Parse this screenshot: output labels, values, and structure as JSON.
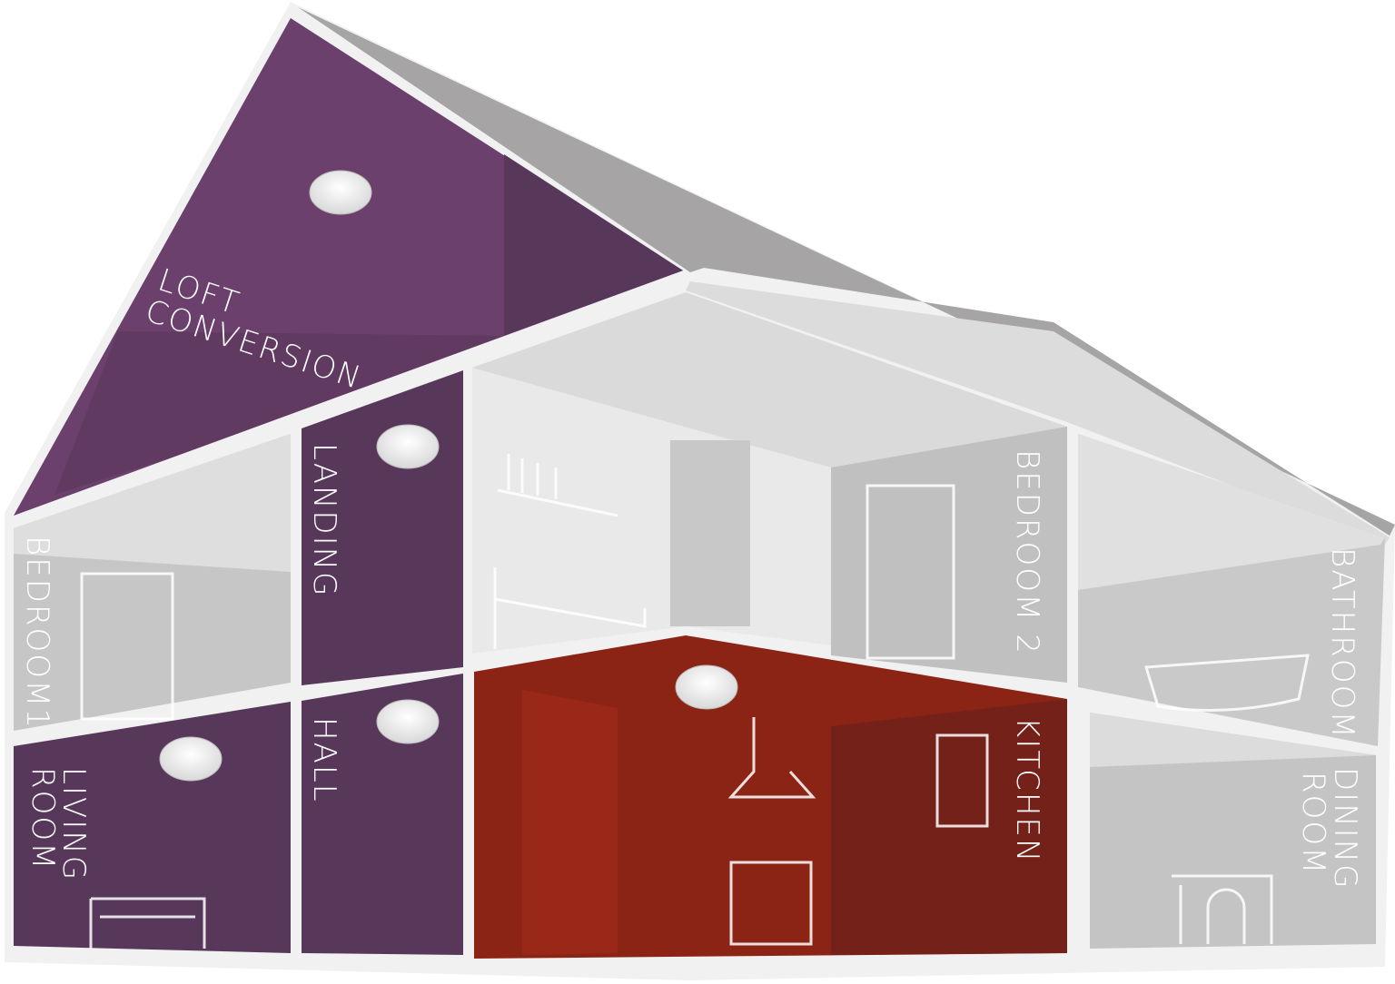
{
  "colors": {
    "purple": "#6b406c",
    "purple_dark": "#57385a",
    "red": "#8c2416",
    "red_dark": "#74211a",
    "grey_light": "#e9e9e9",
    "grey_mid": "#c4c4c4",
    "roof": "#a6a4a5",
    "frame": "#f1f1f1"
  },
  "rooms": {
    "loft": "LOFT CONVERSION",
    "loft_line1": "LOFT",
    "loft_line2": "CONVERSION",
    "landing": "LANDING",
    "bedroom2": "BEDROOM 2",
    "bathroom": "BATHROOM",
    "bedroom1": "BEDROOM1",
    "living_line1": "LIVING",
    "living_line2": "ROOM",
    "hall": "HALL",
    "kitchen": "KITCHEN",
    "dining_line1": "DINING",
    "dining_line2": "ROOM"
  },
  "detectors": [
    "smoke-alarm",
    "smoke-alarm",
    "smoke-alarm",
    "smoke-alarm",
    "heat-alarm"
  ]
}
